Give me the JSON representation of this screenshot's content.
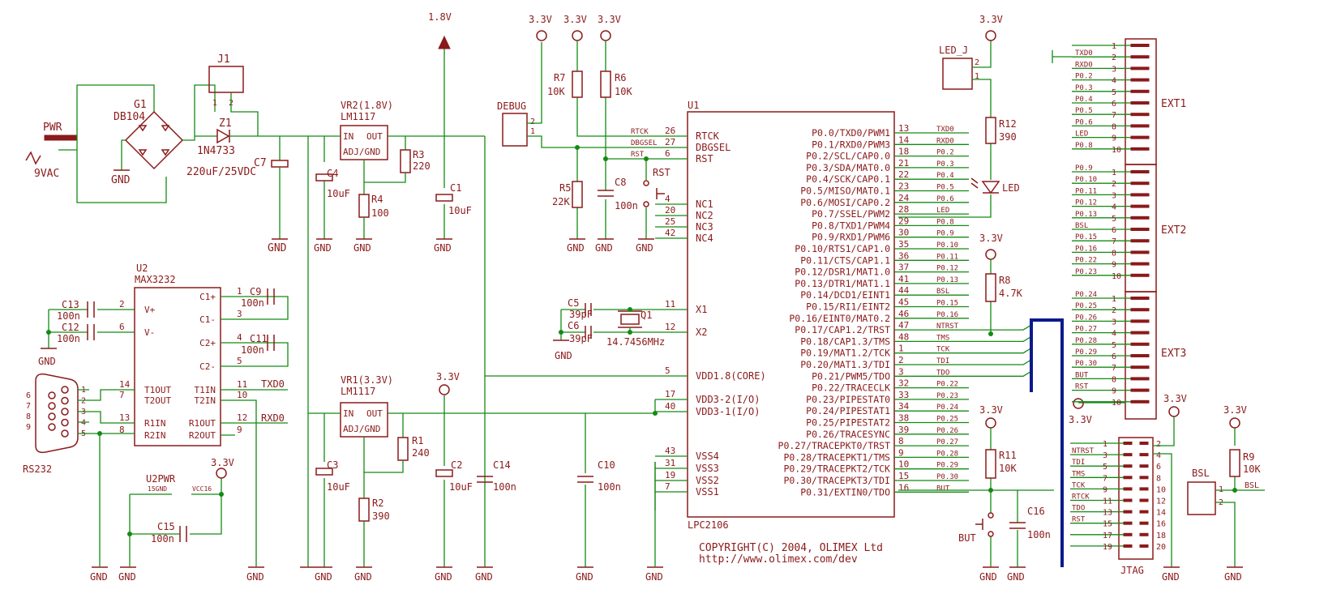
{
  "power_labels": {
    "v18": "1.8V",
    "v33": "3.3V",
    "gnd": "GND"
  },
  "connectors": {
    "pwr": "PWR",
    "vac": "9VAC",
    "j1": "J1",
    "debug": "DEBUG",
    "led_j": "LED_J",
    "rs232": "RS232",
    "u2pwr": "U2PWR",
    "bsl": "BSL",
    "jtag": "JTAG",
    "ext1": "EXT1",
    "ext2": "EXT2",
    "ext3": "EXT3"
  },
  "components": {
    "g1": "G1",
    "g1_val": "DB104",
    "z1": "Z1",
    "z1_val": "1N4733",
    "c7": "C7",
    "c7_val": "220uF/25VDC",
    "vr2": "VR2(1.8V)",
    "vr2_val": "LM1117",
    "c4": "C4",
    "c4_val": "10uF",
    "r3": "R3",
    "r3_val": "220",
    "r4": "R4",
    "r4_val": "100",
    "c1": "C1",
    "c1_val": "10uF",
    "r7": "R7",
    "r7_val": "10K",
    "r6": "R6",
    "r6_val": "10K",
    "r5": "R5",
    "r5_val": "22K",
    "c8": "C8",
    "c8_val": "100n",
    "rst": "RST",
    "u1": "U1",
    "u1_val": "LPC2106",
    "r12": "R12",
    "r12_val": "390",
    "led": "LED",
    "r8": "R8",
    "r8_val": "4.7K",
    "u2": "U2",
    "u2_val": "MAX3232",
    "c13": "C13",
    "c13_val": "100n",
    "c12": "C12",
    "c12_val": "100n",
    "c9": "C9",
    "c9_val": "100n",
    "c11": "C11",
    "c11_val": "100n",
    "c5": "C5",
    "c5_val": "39pF",
    "c6": "C6",
    "c6_val": "39pF",
    "q1": "Q1",
    "q1_val": "14.7456MHz",
    "vr1": "VR1(3.3V)",
    "vr1_val": "LM1117",
    "r1": "R1",
    "r1_val": "240",
    "r2": "R2",
    "r2_val": "390",
    "c3": "C3",
    "c3_val": "10uF",
    "c2": "C2",
    "c2_val": "10uF",
    "c14": "C14",
    "c14_val": "100n",
    "c10": "C10",
    "c10_val": "100n",
    "c15": "C15",
    "c15_val": "100n",
    "r11": "R11",
    "r11_val": "10K",
    "c16": "C16",
    "c16_val": "100n",
    "but": "BUT",
    "r9": "R9",
    "r9_val": "10K"
  },
  "regulator_pins": {
    "in": "IN",
    "out": "OUT",
    "adj": "ADJ/GND"
  },
  "u1_left_pins": [
    {
      "num": "26",
      "name": "RTCK",
      "net": "RTCK"
    },
    {
      "num": "27",
      "name": "DBGSEL",
      "net": "DBGSEL"
    },
    {
      "num": "6",
      "name": "RST",
      "net": "RST"
    },
    {
      "num": "4",
      "name": "NC1",
      "net": ""
    },
    {
      "num": "20",
      "name": "NC2",
      "net": ""
    },
    {
      "num": "25",
      "name": "NC3",
      "net": ""
    },
    {
      "num": "42",
      "name": "NC4",
      "net": ""
    },
    {
      "num": "11",
      "name": "X1",
      "net": ""
    },
    {
      "num": "12",
      "name": "X2",
      "net": ""
    },
    {
      "num": "5",
      "name": "VDD1.8(CORE)",
      "net": ""
    },
    {
      "num": "17",
      "name": "VDD3-2(I/O)",
      "net": ""
    },
    {
      "num": "40",
      "name": "VDD3-1(I/O)",
      "net": ""
    },
    {
      "num": "43",
      "name": "VSS4",
      "net": ""
    },
    {
      "num": "31",
      "name": "VSS3",
      "net": ""
    },
    {
      "num": "19",
      "name": "VSS2",
      "net": ""
    },
    {
      "num": "7",
      "name": "VSS1",
      "net": ""
    }
  ],
  "u1_right_pins": [
    {
      "num": "13",
      "name": "P0.0/TXD0/PWM1",
      "net": "TXD0"
    },
    {
      "num": "14",
      "name": "P0.1/RXD0/PWM3",
      "net": "RXD0"
    },
    {
      "num": "18",
      "name": "P0.2/SCL/CAP0.0",
      "net": "P0.2"
    },
    {
      "num": "21",
      "name": "P0.3/SDA/MAT0.0",
      "net": "P0.3"
    },
    {
      "num": "22",
      "name": "P0.4/SCK/CAP0.1",
      "net": "P0.4"
    },
    {
      "num": "23",
      "name": "P0.5/MISO/MAT0.1",
      "net": "P0.5"
    },
    {
      "num": "24",
      "name": "P0.6/MOSI/CAP0.2",
      "net": "P0.6"
    },
    {
      "num": "28",
      "name": "P0.7/SSEL/PWM2",
      "net": "LED"
    },
    {
      "num": "29",
      "name": "P0.8/TXD1/PWM4",
      "net": "P0.8"
    },
    {
      "num": "30",
      "name": "P0.9/RXD1/PWM6",
      "net": "P0.9"
    },
    {
      "num": "35",
      "name": "P0.10/RTS1/CAP1.0",
      "net": "P0.10"
    },
    {
      "num": "36",
      "name": "P0.11/CTS/CAP1.1",
      "net": "P0.11"
    },
    {
      "num": "37",
      "name": "P0.12/DSR1/MAT1.0",
      "net": "P0.12"
    },
    {
      "num": "41",
      "name": "P0.13/DTR1/MAT1.1",
      "net": "P0.13"
    },
    {
      "num": "44",
      "name": "P0.14/DCD1/EINT1",
      "net": "BSL"
    },
    {
      "num": "45",
      "name": "P0.15/RI1/EINT2",
      "net": "P0.15"
    },
    {
      "num": "46",
      "name": "P0.16/EINT0/MAT0.2",
      "net": "P0.16"
    },
    {
      "num": "47",
      "name": "P0.17/CAP1.2/TRST",
      "net": "NTRST"
    },
    {
      "num": "48",
      "name": "P0.18/CAP1.3/TMS",
      "net": "TMS"
    },
    {
      "num": "1",
      "name": "P0.19/MAT1.2/TCK",
      "net": "TCK"
    },
    {
      "num": "2",
      "name": "P0.20/MAT1.3/TDI",
      "net": "TDI"
    },
    {
      "num": "3",
      "name": "P0.21/PWM5/TDO",
      "net": "TDO"
    },
    {
      "num": "32",
      "name": "P0.22/TRACECLK",
      "net": "P0.22"
    },
    {
      "num": "33",
      "name": "P0.23/PIPESTAT0",
      "net": "P0.23"
    },
    {
      "num": "34",
      "name": "P0.24/PIPESTAT1",
      "net": "P0.24"
    },
    {
      "num": "38",
      "name": "P0.25/PIPESTAT2",
      "net": "P0.25"
    },
    {
      "num": "39",
      "name": "P0.26/TRACESYNC",
      "net": "P0.26"
    },
    {
      "num": "8",
      "name": "P0.27/TRACEPKT0/TRST",
      "net": "P0.27"
    },
    {
      "num": "9",
      "name": "P0.28/TRACEPKT1/TMS",
      "net": "P0.28"
    },
    {
      "num": "10",
      "name": "P0.29/TRACEPKT2/TCK",
      "net": "P0.29"
    },
    {
      "num": "15",
      "name": "P0.30/TRACEPKT3/TDI",
      "net": "P0.30"
    },
    {
      "num": "16",
      "name": "P0.31/EXTIN0/TDO",
      "net": "BUT"
    }
  ],
  "u2_left_pins": [
    {
      "num": "2",
      "name": "V+"
    },
    {
      "num": "6",
      "name": "V-"
    },
    {
      "num": "14",
      "name": "T1OUT"
    },
    {
      "num": "7",
      "name": "T2OUT"
    },
    {
      "num": "13",
      "name": "R1IN"
    },
    {
      "num": "8",
      "name": "R2IN"
    }
  ],
  "u2_right_pins": [
    {
      "num": "1",
      "name": "C1+"
    },
    {
      "num": "3",
      "name": "C1-"
    },
    {
      "num": "4",
      "name": "C2+"
    },
    {
      "num": "5",
      "name": "C2-"
    },
    {
      "num": "11",
      "name": "T1IN"
    },
    {
      "num": "10",
      "name": "T2IN"
    },
    {
      "num": "12",
      "name": "R1OUT"
    },
    {
      "num": "9",
      "name": "R2OUT"
    }
  ],
  "u2_nets": {
    "txd0": "TXD0",
    "rxd0": "RXD0"
  },
  "u2pwr_pins": {
    "gnd": "15GND",
    "vcc": "VCC16"
  },
  "rs232_pins": [
    "6",
    "7",
    "8",
    "9",
    "1",
    "2",
    "3",
    "4",
    "5"
  ],
  "ext1": [
    {
      "num": "1",
      "net": ""
    },
    {
      "num": "2",
      "net": "TXD0"
    },
    {
      "num": "3",
      "net": "RXD0"
    },
    {
      "num": "4",
      "net": "P0.2"
    },
    {
      "num": "5",
      "net": "P0.3"
    },
    {
      "num": "6",
      "net": "P0.4"
    },
    {
      "num": "7",
      "net": "P0.5"
    },
    {
      "num": "8",
      "net": "P0.6"
    },
    {
      "num": "9",
      "net": "LED"
    },
    {
      "num": "10",
      "net": "P0.8"
    }
  ],
  "ext2": [
    {
      "num": "1",
      "net": "P0.9"
    },
    {
      "num": "2",
      "net": "P0.10"
    },
    {
      "num": "3",
      "net": "P0.11"
    },
    {
      "num": "4",
      "net": "P0.12"
    },
    {
      "num": "5",
      "net": "P0.13"
    },
    {
      "num": "6",
      "net": "BSL"
    },
    {
      "num": "7",
      "net": "P0.15"
    },
    {
      "num": "8",
      "net": "P0.16"
    },
    {
      "num": "9",
      "net": "P0.22"
    },
    {
      "num": "10",
      "net": "P0.23"
    }
  ],
  "ext3": [
    {
      "num": "1",
      "net": "P0.24"
    },
    {
      "num": "2",
      "net": "P0.25"
    },
    {
      "num": "3",
      "net": "P0.26"
    },
    {
      "num": "4",
      "net": "P0.27"
    },
    {
      "num": "5",
      "net": "P0.28"
    },
    {
      "num": "6",
      "net": "P0.29"
    },
    {
      "num": "7",
      "net": "P0.30"
    },
    {
      "num": "8",
      "net": "BUT"
    },
    {
      "num": "9",
      "net": "RST"
    },
    {
      "num": "10",
      "net": ""
    }
  ],
  "jtag": [
    {
      "odd": "1",
      "even": "2",
      "net": ""
    },
    {
      "odd": "3",
      "even": "4",
      "net": "NTRST"
    },
    {
      "odd": "5",
      "even": "6",
      "net": "TDI"
    },
    {
      "odd": "7",
      "even": "8",
      "net": "TMS"
    },
    {
      "odd": "9",
      "even": "10",
      "net": "TCK"
    },
    {
      "odd": "11",
      "even": "12",
      "net": "RTCK"
    },
    {
      "odd": "13",
      "even": "14",
      "net": "TDO"
    },
    {
      "odd": "15",
      "even": "16",
      "net": "RST"
    },
    {
      "odd": "17",
      "even": "18",
      "net": ""
    },
    {
      "odd": "19",
      "even": "20",
      "net": ""
    }
  ],
  "bsl_net": "BSL",
  "copyright": "COPYRIGHT(C) 2004, OLIMEX Ltd",
  "url": "http://www.olimex.com/dev"
}
